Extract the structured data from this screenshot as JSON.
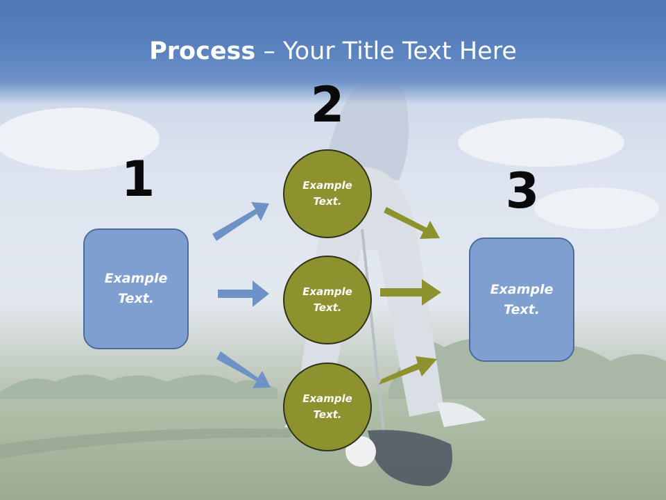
{
  "slide": {
    "title_bold": "Process",
    "title_rest": " – Your Title Text Here",
    "steps": [
      "1",
      "2",
      "3"
    ],
    "left_box": "Example\nText.",
    "right_box": "Example\nText.",
    "circles": [
      "Example\nText.",
      "Example\nText.",
      "Example\nText."
    ]
  },
  "colors": {
    "title_band": "#5b83bf",
    "box_fill": "#7e9fcf",
    "circle_fill": "#8d922e",
    "blue_arrow": "#6d92c8",
    "olive_arrow": "#8d922e"
  }
}
